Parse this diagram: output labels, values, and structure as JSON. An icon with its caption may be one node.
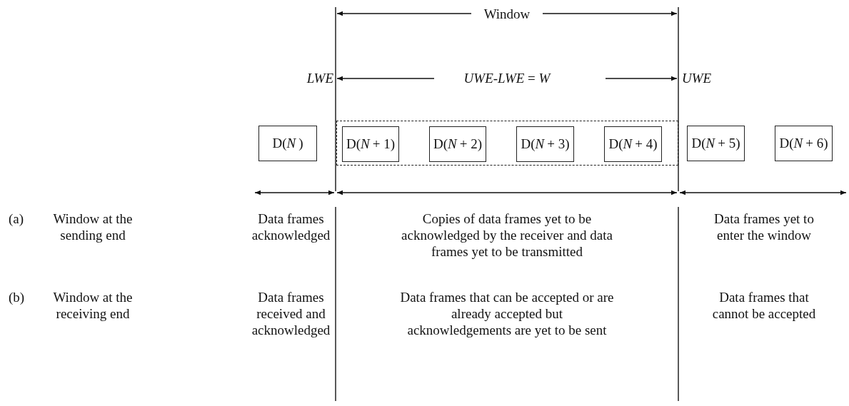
{
  "diagram": {
    "nodes": [
      {
        "text": [
          "D(*N*)"
        ]
      },
      {
        "text": [],
        "shape": "box"
      },
      {
        "text": [
          "D(*N* + 1)"
        ],
        "in": 1
      },
      {
        "text": [
          "D(*N* + 2)"
        ],
        "in": 1
      },
      {
        "text": [
          "D(*N* + 3)"
        ],
        "in": 1
      },
      {
        "text": [
          "D(*N* + 4)"
        ],
        "in": 1
      },
      {
        "text": [
          "D(*N* + 5)"
        ]
      },
      {
        "text": [
          "D(*N* + 6)"
        ]
      }
    ],
    "labels": [
      "Window",
      "LWE",
      "*UWE-LWE* = *W*",
      "UWE",
      "(a)",
      "Window at the sending end",
      "Data frames acknowledged",
      "Copies of data frames yet to be acknowledged by the receiver and data frames yet to be transmitted",
      "Data frames yet to enter the window",
      "(b)",
      "Window at the receiving end",
      "Data frames received and acknowledged",
      "Data frames that can be accepted or are already accepted but acknowledgements are yet to be sent",
      "Data frames that cannot be accepted"
    ]
  }
}
